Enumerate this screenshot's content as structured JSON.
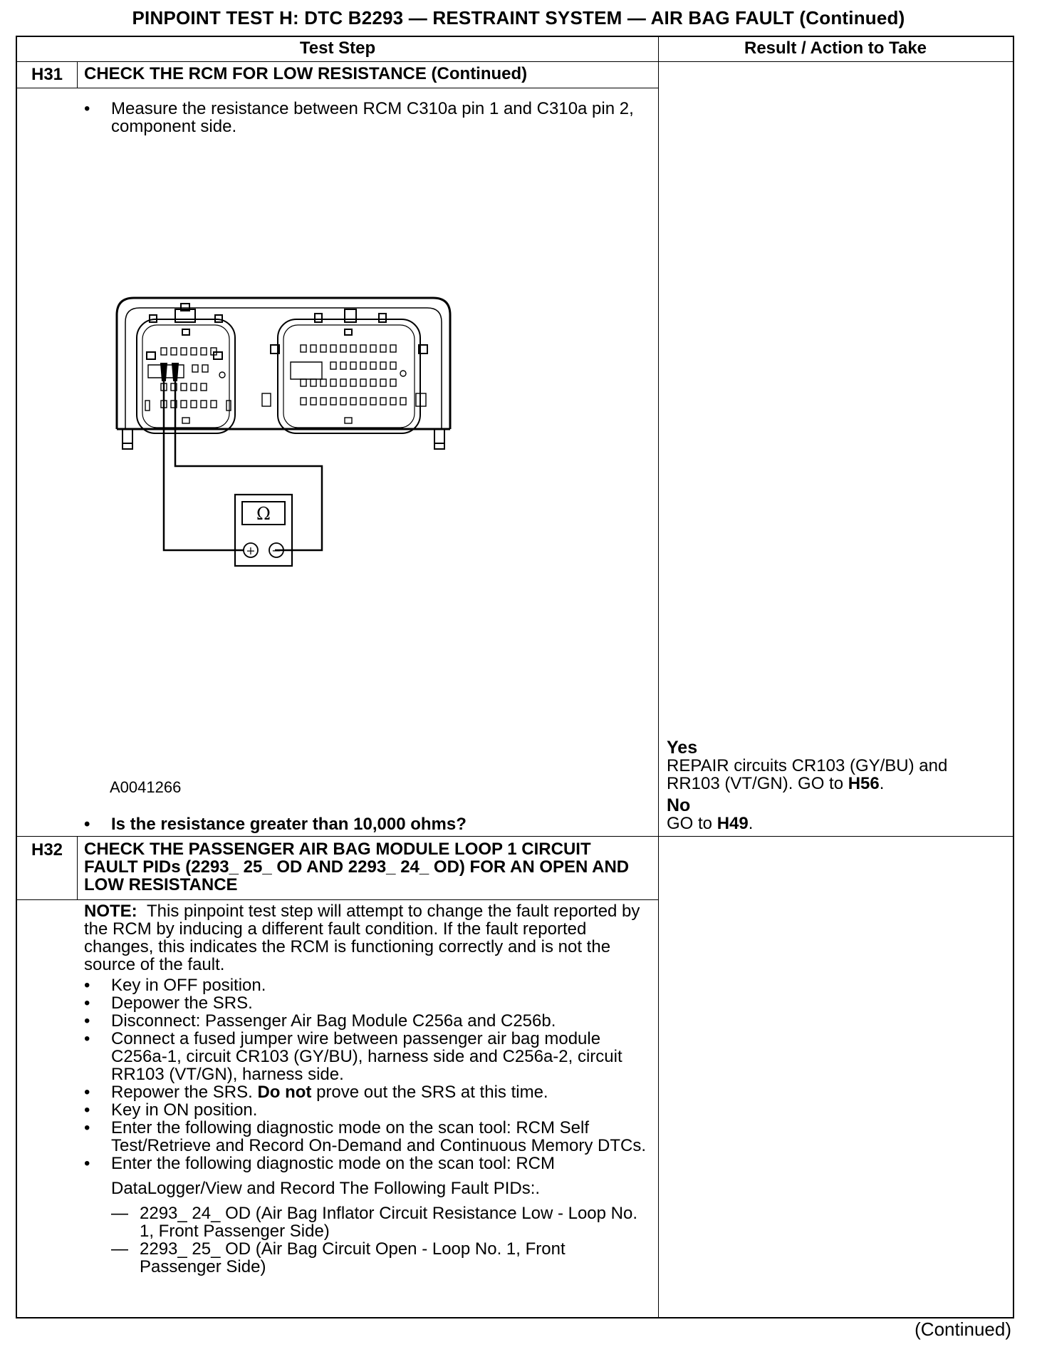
{
  "title": "PINPOINT TEST  H: DTC B2293 — RESTRAINT SYSTEM — AIR BAG FAULT (Continued)",
  "columns": {
    "test_step": "Test Step",
    "result": "Result / Action to Take"
  },
  "steps": [
    {
      "id": "H31",
      "title": "CHECK THE RCM FOR LOW RESISTANCE (Continued)",
      "bullets": [
        "Measure the resistance between RCM C310a pin 1 and C310a pin 2, component side."
      ],
      "figure": {
        "meter_symbol": "Ω",
        "plus_label": "+",
        "minus_label": "−",
        "figure_id": "A0041266"
      },
      "question": "Is the resistance greater than 10,000 ohms?",
      "results": {
        "yes": {
          "label": "Yes",
          "text": "REPAIR circuits CR103 (GY/BU) and RR103 (VT/GN). GO to ",
          "goto": "H56",
          "end": "."
        },
        "no": {
          "label": "No",
          "text": "GO to ",
          "goto": "H49",
          "end": "."
        }
      }
    },
    {
      "id": "H32",
      "title": "CHECK THE PASSENGER AIR BAG MODULE LOOP 1 CIRCUIT FAULT PIDs (2293_ 25_ OD AND 2293_ 24_ OD) FOR AN OPEN AND LOW RESISTANCE",
      "note_label": "NOTE:",
      "note_text": "This pinpoint test step will attempt to change the fault reported by the RCM by inducing a different fault condition. If the fault reported changes, this indicates the RCM is functioning correctly and is not the source of the fault.",
      "bullets": [
        "Key in OFF position.",
        "Depower the SRS.",
        "Disconnect: Passenger Air Bag Module C256a and C256b.",
        "Connect a fused jumper wire between passenger air bag module C256a-1, circuit CR103 (GY/BU), harness side and C256a-2, circuit RR103 (VT/GN), harness side."
      ],
      "repower_before": "Repower the SRS. ",
      "repower_bold": "Do not",
      "repower_after": " prove out the SRS at this time.",
      "bullets2": [
        "Key in ON position.",
        "Enter the following diagnostic mode on the scan tool: RCM Self Test/Retrieve and Record On-Demand and Continuous Memory DTCs.",
        "Enter the following diagnostic mode on the scan tool: RCM"
      ],
      "continued_line": "DataLogger/View and Record The Following Fault PIDs:.",
      "pids": [
        "2293_ 24_ OD (Air Bag Inflator Circuit Resistance Low - Loop No. 1, Front Passenger Side)",
        "2293_ 25_ OD (Air Bag Circuit Open - Loop No. 1, Front Passenger Side)"
      ]
    }
  ],
  "footer": "(Continued)"
}
